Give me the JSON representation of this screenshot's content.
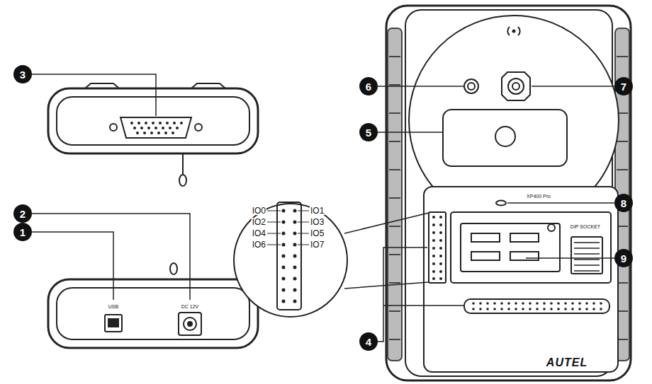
{
  "diagram": {
    "labels": [
      "3",
      "6",
      "7",
      "5",
      "8",
      "XP400 Pro",
      "IO0",
      "IO1",
      "IO2",
      "IO3",
      "IO4",
      "IO5",
      "IO6",
      "IO7",
      "DIP SOCKET",
      "9",
      "2",
      "1",
      "4",
      "USB",
      "DC 12V",
      "AUTEL"
    ]
  }
}
